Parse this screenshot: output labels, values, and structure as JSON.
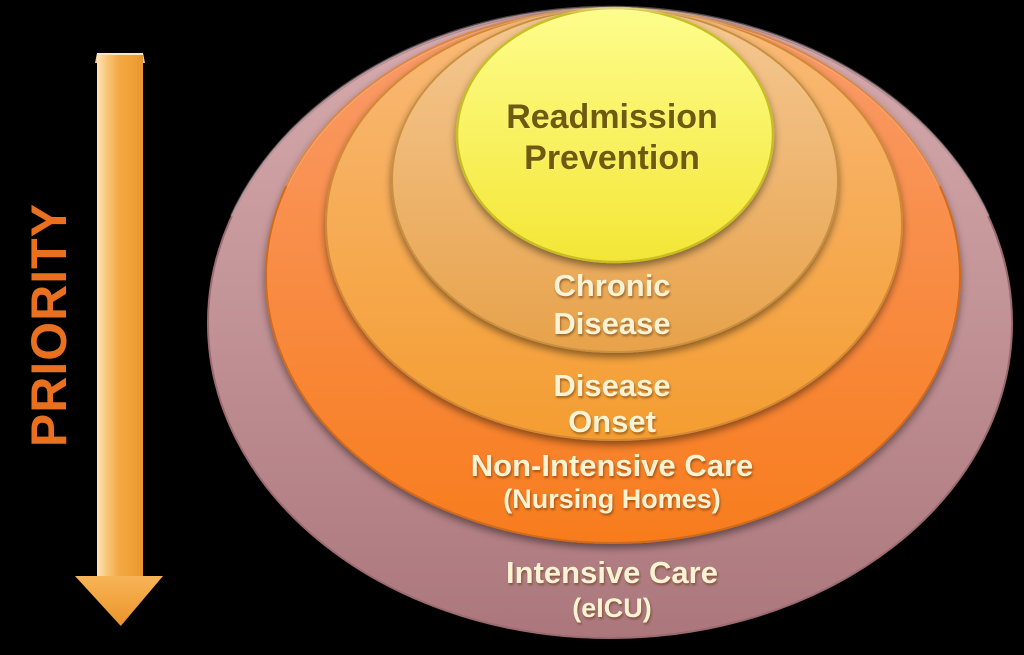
{
  "scene": {
    "background_color": "#000000",
    "description": "Nested concentric ellipse diagram of care settings ranked by priority"
  },
  "priority_axis": {
    "label": "PRIORITY",
    "text_color": "#E8701E",
    "direction": "down",
    "arrow": {
      "color_light": "#FDE4B8",
      "color_main": "#F3A844",
      "color_dark": "#E99630"
    }
  },
  "chart_data": {
    "type": "nested-ellipses",
    "title": "",
    "legend_position": "none",
    "order_note": "Innermost ellipse = highest priority (rank 1); outermost = lowest (rank 5)",
    "levels": [
      {
        "rank": 1,
        "label": "Readmission Prevention",
        "lines": [
          "Readmission",
          "Prevention"
        ],
        "fill_top": "#FDFD8C",
        "fill_bottom": "#F4E636",
        "border": "#C9BD25",
        "text_color": "#6E5A10"
      },
      {
        "rank": 2,
        "label": "Chronic Disease",
        "lines": [
          "Chronic",
          "Disease"
        ],
        "fill_top": "#F5C893",
        "fill_bottom": "#E7A24A",
        "border": "#C89040",
        "text_color": "#FBF3D4"
      },
      {
        "rank": 3,
        "label": "Disease Onset",
        "lines": [
          "Disease",
          "Onset"
        ],
        "fill_top": "#F9BA79",
        "fill_bottom": "#F49D31",
        "border": "#D28934",
        "text_color": "#FBF3D4"
      },
      {
        "rank": 4,
        "label": "Non-Intensive Care (Nursing Homes)",
        "lines": [
          "Non-Intensive Care",
          "(Nursing Homes)"
        ],
        "fill_top": "#F99C6B",
        "fill_bottom": "#F87C1D",
        "border": "#D06A1B",
        "text_color": "#FBF3D4"
      },
      {
        "rank": 5,
        "label": "Intensive Care (eICU)",
        "lines": [
          "Intensive Care",
          "(eICU)"
        ],
        "fill_top": "#D7ACAF",
        "fill_bottom": "#AB777C",
        "border": "#9C6A6F",
        "text_color": "#FBF3D4"
      }
    ]
  }
}
